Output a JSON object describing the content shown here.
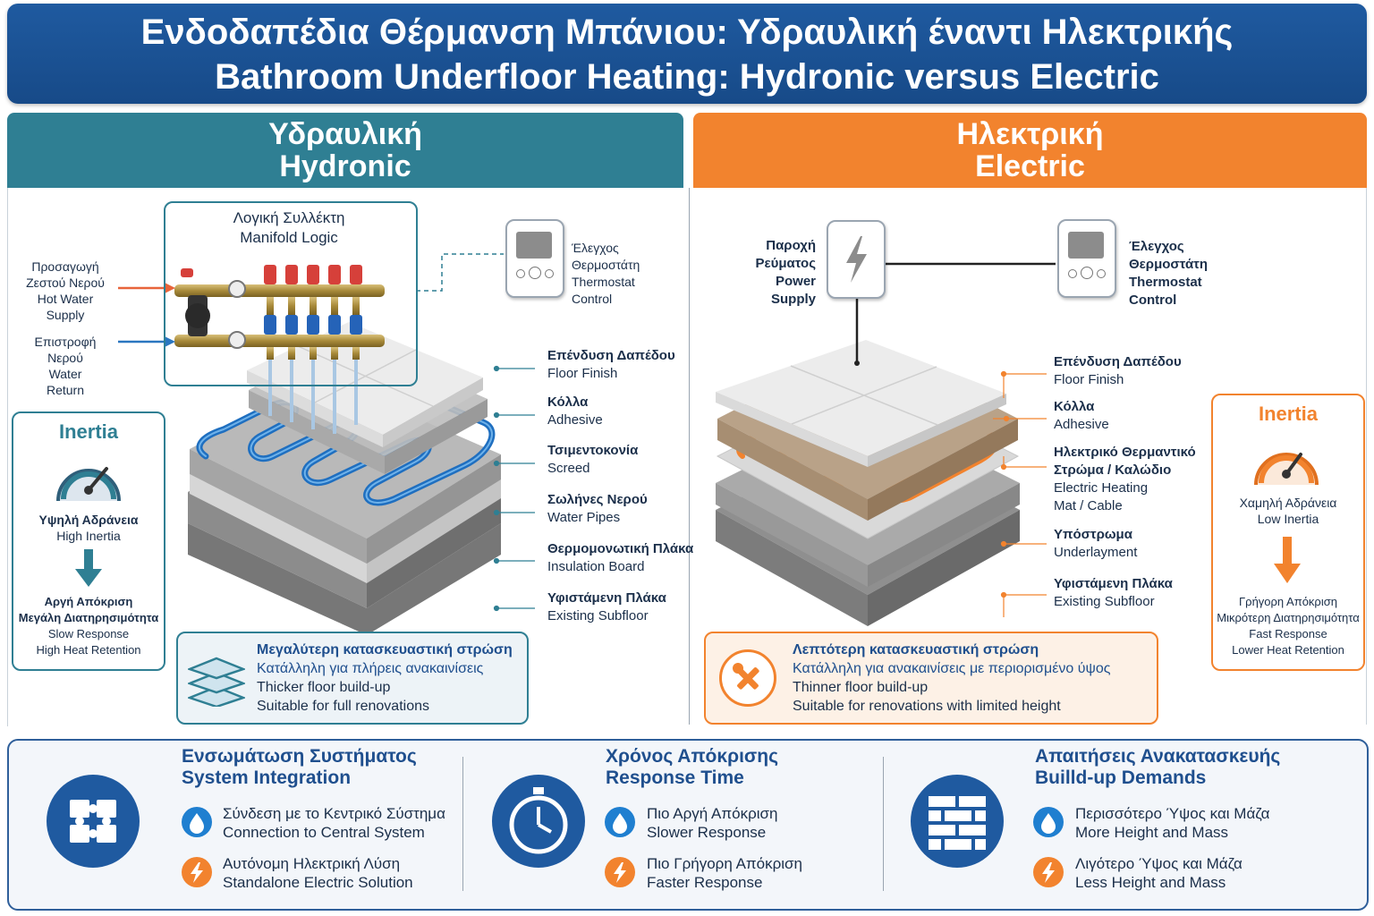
{
  "title": {
    "greek": "Ενδοδαπέδια Θέρμανση Μπάνιου: Υδραυλική έναντι Ηλεκτρικής",
    "english": "Bathroom Underfloor Heating: Hydronic versus Electric"
  },
  "colors": {
    "hydronic": "#2f7f93",
    "electric": "#f2832e",
    "header": "#1f5aa0"
  },
  "hydronic": {
    "head_greek": "Υδραυλική",
    "head_english": "Hydronic",
    "manifold_greek": "Λογική Συλλέκτη",
    "manifold_english": "Manifold Logic",
    "supply": [
      "Προσαγωγή",
      "Ζεστού Νερού",
      "Hot Water",
      "Supply"
    ],
    "return": [
      "Επιστροφή",
      "Νερού",
      "Water",
      "Return"
    ],
    "thermostat": [
      "Έλεγχος",
      "Θερμοστάτη",
      "Thermostat",
      "Control"
    ],
    "layers": [
      {
        "greek": "Επένδυση Δαπέδου",
        "english": "Floor Finish"
      },
      {
        "greek": "Κόλλα",
        "english": "Adhesive"
      },
      {
        "greek": "Τσιμεντοκονία",
        "english": "Screed"
      },
      {
        "greek": "Σωλήνες Νερού",
        "english": "Water Pipes"
      },
      {
        "greek": "Θερμομονωτική Πλάκα",
        "english": "Insulation Board"
      },
      {
        "greek": "Υφιστάμενη Πλάκα",
        "english": "Existing Subfloor"
      }
    ],
    "inertia": {
      "title": "Inertia",
      "level_greek": "Υψηλή Αδράνεια",
      "level_english": "High Inertia",
      "resp_greek1": "Αργή Απόκριση",
      "resp_greek2": "Μεγάλη Διατηρησιμότητα",
      "resp_english1": "Slow Response",
      "resp_english2": "High Heat Retention"
    },
    "note": [
      "Μεγαλύτερη κατασκευαστική στρώση",
      "Κατάλληλη για πλήρεις ανακαινίσεις",
      "Thicker floor build-up",
      "Suitable for full renovations"
    ]
  },
  "electric": {
    "head_greek": "Ηλεκτρική",
    "head_english": "Electric",
    "power": [
      "Παροχή",
      "Ρεύματος",
      "Power",
      "Supply"
    ],
    "thermostat": [
      "Έλεγχος",
      "Θερμοστάτη",
      "Thermostat",
      "Control"
    ],
    "layers": [
      {
        "greek": "Επένδυση Δαπέδου",
        "english": "Floor Finish"
      },
      {
        "greek": "Κόλλα",
        "english": "Adhesive"
      },
      {
        "greek": "Ηλεκτρικό Θερμαντικό",
        "greek2": "Στρώμα / Καλώδιο",
        "english": "Electric Heating",
        "english2": "Mat / Cable"
      },
      {
        "greek": "Υπόστρωμα",
        "english": "Underlayment"
      },
      {
        "greek": "Υφιστάμενη Πλάκα",
        "english": "Existing Subfloor"
      }
    ],
    "inertia": {
      "title": "Inertia",
      "level_greek": "Χαμηλή Αδράνεια",
      "level_english": "Low Inertia",
      "resp_greek1": "Γρήγορη Απόκριση",
      "resp_greek2": "Μικρότερη Διατηρησιμότητα",
      "resp_english1": "Fast Response",
      "resp_english2": "Lower Heat Retention"
    },
    "note": [
      "Λεπτότερη κατασκευαστική στρώση",
      "Κατάλληλη για ανακαινίσεις με περιορισμένο ύψος",
      "Thinner floor build-up",
      "Suitable for renovations with limited height"
    ]
  },
  "bottom": [
    {
      "title_greek": "Ενσωμάτωση Συστήματος",
      "title_english": "System Integration",
      "icon": "puzzle-icon",
      "items": [
        {
          "icon": "water-drop-icon",
          "greek": "Σύνδεση με το Κεντρικό Σύστημα",
          "english": "Connection to Central System"
        },
        {
          "icon": "lightning-icon",
          "greek": "Αυτόνομη Ηλεκτρική Λύση",
          "english": "Standalone Electric Solution"
        }
      ]
    },
    {
      "title_greek": "Χρόνος Απόκρισης",
      "title_english": "Response Time",
      "icon": "stopwatch-icon",
      "items": [
        {
          "icon": "water-drop-icon",
          "greek": "Πιο Αργή Απόκριση",
          "english": "Slower Response"
        },
        {
          "icon": "lightning-icon",
          "greek": "Πιο Γρήγορη Απόκριση",
          "english": "Faster Response"
        }
      ]
    },
    {
      "title_greek": "Απαιτήσεις Ανακατασκευής",
      "title_english": "Builld-up Demands",
      "icon": "brick-wall-icon",
      "items": [
        {
          "icon": "water-drop-icon",
          "greek": "Περισσότερο Ύψος και Μάζα",
          "english": "More Height and Mass"
        },
        {
          "icon": "lightning-icon",
          "greek": "Λιγότερο Ύψος και Μάζα",
          "english": "Less Height and Mass"
        }
      ]
    }
  ]
}
